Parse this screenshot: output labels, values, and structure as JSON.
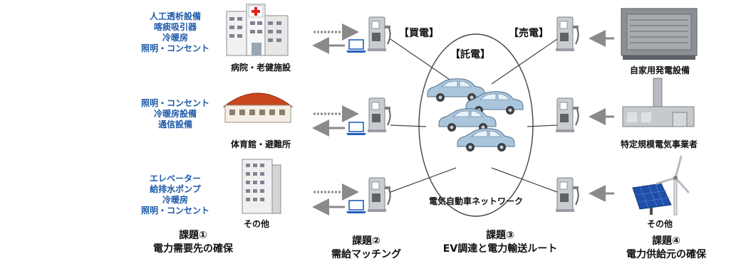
{
  "demand_rows": [
    {
      "needs": [
        "人工透析設備",
        "喀痰吸引器",
        "冷暖房",
        "照明・コンセント"
      ],
      "facility": "病院・老健施設"
    },
    {
      "needs": [
        "照明・コンセント",
        "冷暖房設備",
        "通信設備"
      ],
      "facility": "体育館・避難所"
    },
    {
      "needs": [
        "エレベーター",
        "給排水ポンプ",
        "冷暖房",
        "照明・コンセント"
      ],
      "facility": "その他"
    }
  ],
  "labels": {
    "buy": "【買電】",
    "consign": "【託電】",
    "sell": "【売電】",
    "network": "電気自動車ネットワーク"
  },
  "supply": [
    "自家用発電設備",
    "特定規模電気事業者",
    "その他"
  ],
  "issues": [
    {
      "title": "課題①",
      "text": "電力需要先の確保"
    },
    {
      "title": "課題②",
      "text": "需給マッチング"
    },
    {
      "title": "課題③",
      "text": "EV調達と電力輸送ルート"
    },
    {
      "title": "課題④",
      "text": "電力供給元の確保"
    }
  ],
  "colors": {
    "label_blue": "#1d5aa8",
    "charger_gray": "#b9bcc0",
    "arrow_gray": "#8a8a8a",
    "laptop_blue": "#1f5fbf"
  }
}
